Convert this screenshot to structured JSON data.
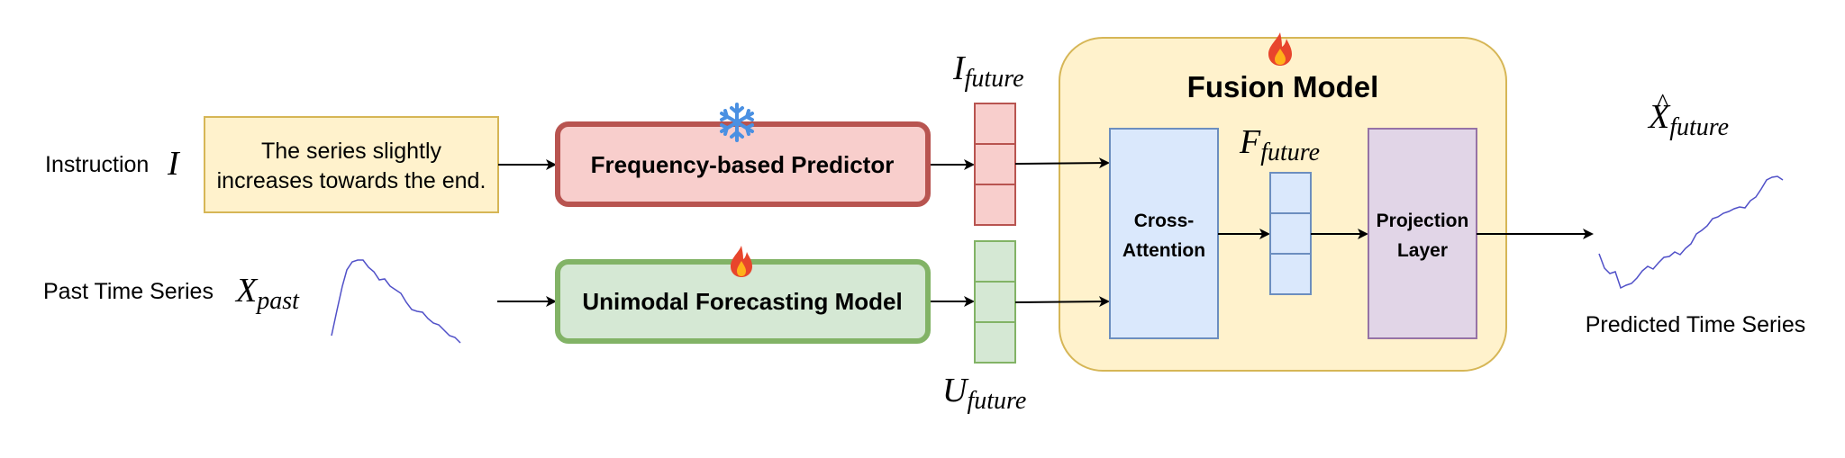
{
  "inputs": {
    "instruction_label": "Instruction",
    "instruction_symbol": "I",
    "instruction_text_line1": "The series slightly",
    "instruction_text_line2": "increases towards the end.",
    "past_label": "Past Time Series",
    "past_symbol_base": "X",
    "past_symbol_sub": "past"
  },
  "models": {
    "frequency_predictor": "Frequency-based Predictor",
    "unimodal_model": "Unimodal Forecasting Model",
    "fusion_title": "Fusion Model",
    "cross_attention_line1": "Cross-",
    "cross_attention_line2": "Attention",
    "projection_line1": "Projection",
    "projection_line2": "Layer"
  },
  "vectors": {
    "i_future_base": "I",
    "i_future_sub": "future",
    "u_future_base": "U",
    "u_future_sub": "future",
    "f_future_base": "F",
    "f_future_sub": "future"
  },
  "output": {
    "symbol_base": "X",
    "symbol_hat": "^",
    "symbol_sub": "future",
    "label": "Predicted Time Series"
  },
  "icons": {
    "frozen": "snowflake-icon",
    "trainable": "flame-icon"
  },
  "colors": {
    "instruction_fill": "#fff2cc",
    "instruction_stroke": "#d6b656",
    "red_fill": "#f8cecc",
    "red_stroke": "#b85450",
    "green_fill": "#d5e8d4",
    "green_stroke": "#82b366",
    "blue_fill": "#dae8fc",
    "blue_stroke": "#6c8ebf",
    "purple_fill": "#e1d5e7",
    "purple_stroke": "#9673a6",
    "fusion_fill": "#fff2cc",
    "fusion_stroke": "#d6b656",
    "series_line": "#5050c8"
  }
}
